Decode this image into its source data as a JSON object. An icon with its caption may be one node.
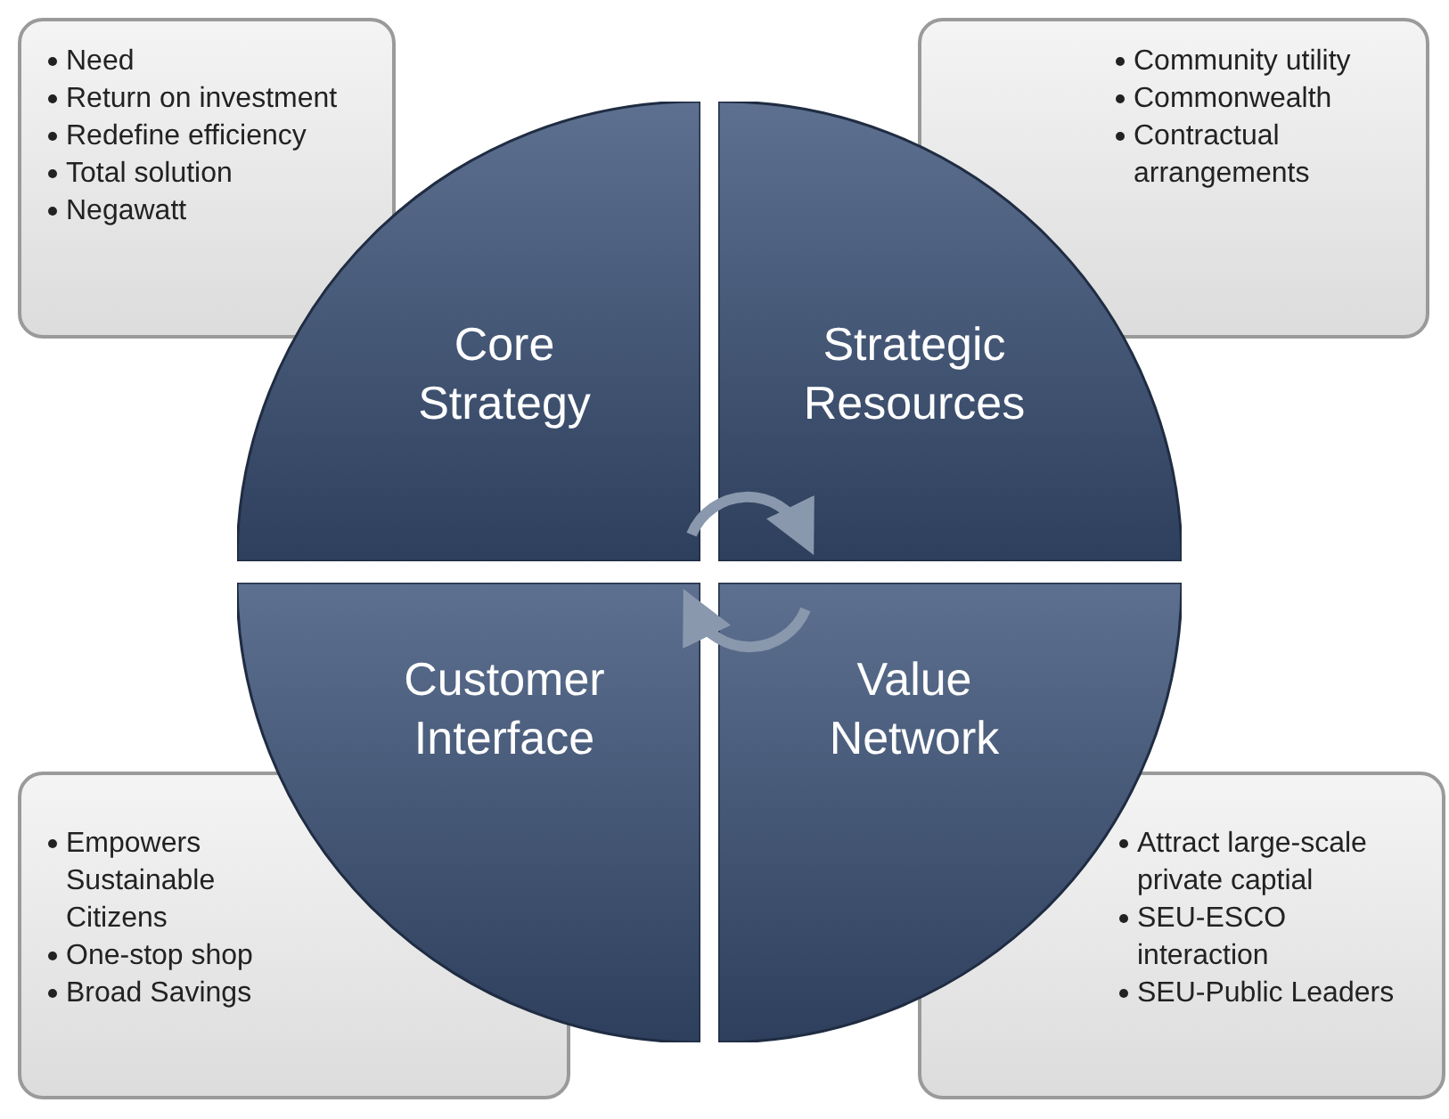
{
  "diagram": {
    "nodes": [
      {
        "text": [
          "Need",
          "Return on investment",
          "Redefine efficiency",
          "Total solution",
          "Negawatt"
        ]
      },
      {
        "text": [
          "Community utility",
          "Commonwealth",
          "Contractual arrangements"
        ]
      },
      {
        "text": [
          "Core Strategy"
        ]
      },
      {
        "text": [
          "Strategic Resources"
        ]
      },
      {
        "text": [
          "Customer Interface"
        ]
      },
      {
        "text": [
          "Value Network"
        ]
      },
      {
        "text": [
          "Empowers Sustainable Citizens",
          "One-stop shop",
          "Broad Savings"
        ]
      },
      {
        "text": [
          "Attract large-scale private captial",
          "SEU-ESCO interaction",
          "SEU-Public Leaders"
        ]
      }
    ],
    "edges": [
      {
        "from": 2,
        "to": 3,
        "arrow": "to"
      },
      {
        "from": 5,
        "to": 4,
        "arrow": "to"
      }
    ]
  }
}
